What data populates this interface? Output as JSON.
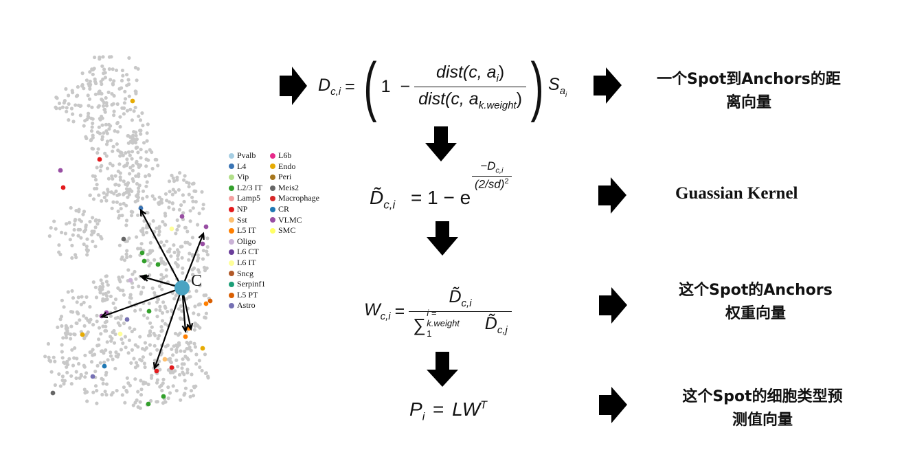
{
  "scatter": {
    "center_label": "C"
  },
  "legend": {
    "col1": [
      {
        "label": "Pvalb",
        "color": "#a6cee3"
      },
      {
        "label": "L4",
        "color": "#3a74b4"
      },
      {
        "label": "Vip",
        "color": "#b2df8a"
      },
      {
        "label": "L2/3 IT",
        "color": "#33a02c"
      },
      {
        "label": "Lamp5",
        "color": "#f4a0a0"
      },
      {
        "label": "NP",
        "color": "#e31a1c"
      },
      {
        "label": "Sst",
        "color": "#fdbf6f"
      },
      {
        "label": "L5 IT",
        "color": "#ff7f00"
      },
      {
        "label": "Oligo",
        "color": "#cab2d6"
      },
      {
        "label": "L6 CT",
        "color": "#6a3d9a"
      },
      {
        "label": "L6 IT",
        "color": "#ffff99"
      },
      {
        "label": "Sncg",
        "color": "#b15928"
      },
      {
        "label": "Serpinf1",
        "color": "#1b9e77"
      },
      {
        "label": "L5 PT",
        "color": "#d95f02"
      },
      {
        "label": "Astro",
        "color": "#7570b3"
      }
    ],
    "col2": [
      {
        "label": "L6b",
        "color": "#e7298a"
      },
      {
        "label": "Endo",
        "color": "#e6ab02"
      },
      {
        "label": "Peri",
        "color": "#a6761d"
      },
      {
        "label": "Meis2",
        "color": "#666666"
      },
      {
        "label": "Macrophage",
        "color": "#d62728"
      },
      {
        "label": "CR",
        "color": "#1f78b4"
      },
      {
        "label": "VLMC",
        "color": "#984ea3"
      },
      {
        "label": "SMC",
        "color": "#ffff66"
      }
    ]
  },
  "labels": {
    "row1": "一个Spot到Anchors的距离向量",
    "row2": "Guassian Kernel",
    "row3": "这个Spot的Anchors权重向量",
    "row4": "这个Spot的细胞类型预测值向量"
  },
  "equations": {
    "eq1": {
      "lhs": "D",
      "lhs_sub": "c,i",
      "num": "dist(c, a",
      "num_sub": "i",
      "den": "dist(c, a",
      "den_sub": "k.weight",
      "s": "S",
      "s_sub": "a",
      "s_subsub": "i"
    },
    "eq2": {
      "lhs": "D̃",
      "lhs_sub": "c,i",
      "exp_num": "−D",
      "exp_num_sub": "c,i",
      "exp_den": "(2/sd)",
      "exp_den_sup": "2"
    },
    "eq3": {
      "lhs": "W",
      "lhs_sub": "c,i",
      "num": "D̃",
      "num_sub": "c,i",
      "sum_sup": "i = k.weight",
      "sum_sub": "1",
      "den_term": "D̃",
      "den_sub": "c,j"
    },
    "eq4": {
      "lhs": "P",
      "lhs_sub": "i",
      "rhs": "LW",
      "rhs_sup": "T"
    }
  },
  "colors": {
    "arrow": "#000000",
    "gray_points": "#c8c8c8",
    "center_point": "#4aa3c2"
  }
}
